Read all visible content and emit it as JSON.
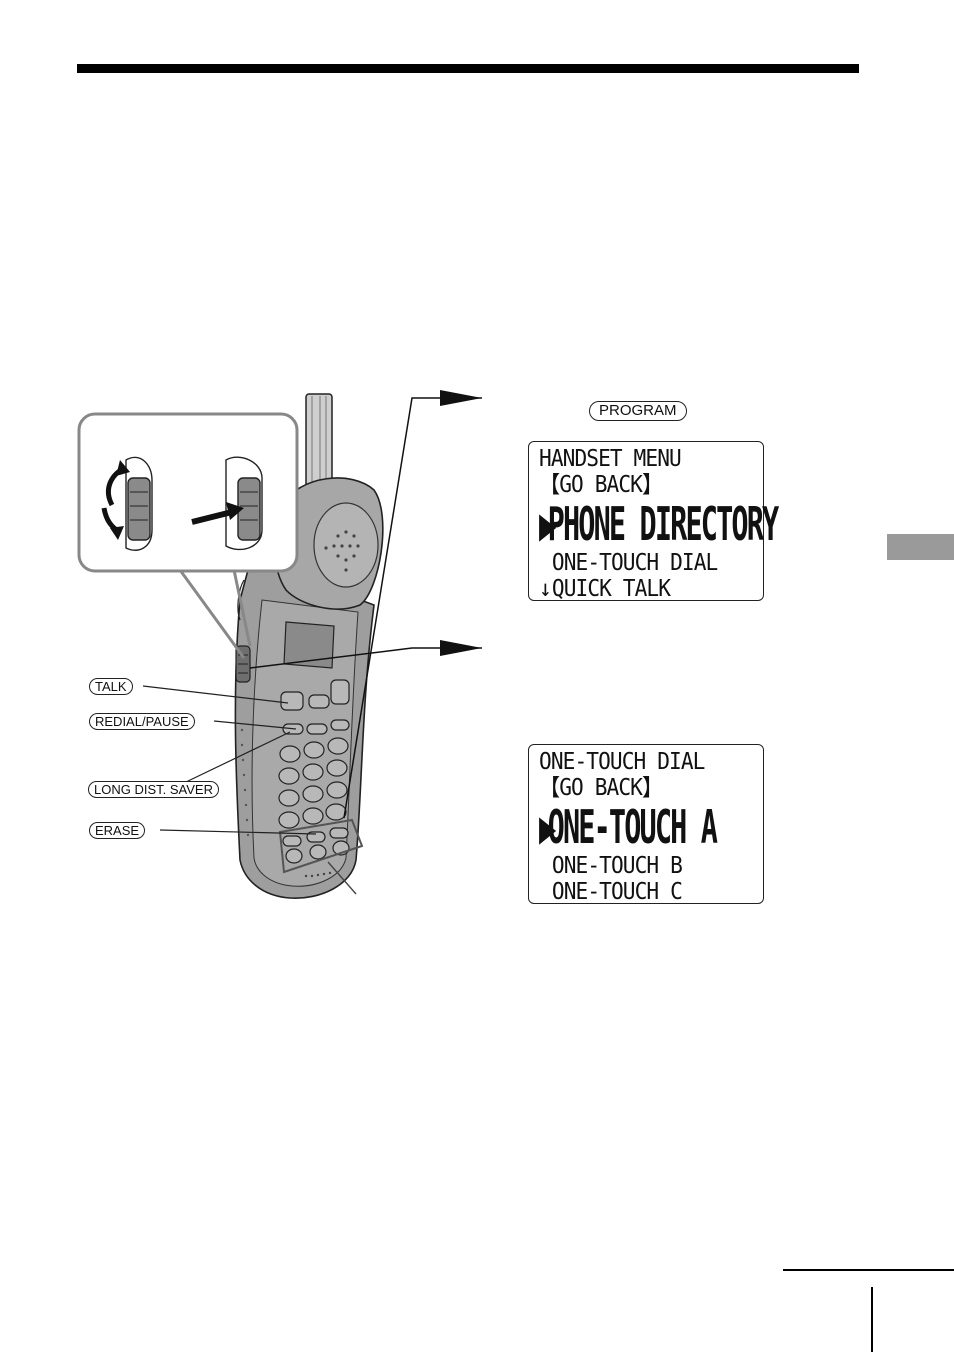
{
  "labels": {
    "program": "PROGRAM",
    "talk": "TALK",
    "redial_pause": "REDIAL/PAUSE",
    "long_dist_saver": "LONG DIST. SAVER",
    "erase": "ERASE"
  },
  "screen1": {
    "line1": "HANDSET MENU",
    "line2": "【GO BACK】",
    "line3_marker": "▶",
    "line3": "PHONE DIRECTORY",
    "line4": "ONE-TOUCH DIAL",
    "line5_marker": "↓",
    "line5": "QUICK TALK"
  },
  "screen2": {
    "line1": "ONE-TOUCH DIAL",
    "line2": "【GO BACK】",
    "line3_marker": "▶",
    "line3": "ONE-TOUCH A",
    "line4": "ONE-TOUCH B",
    "line5": "ONE-TOUCH C"
  },
  "colors": {
    "handset_body": "#9e9e9e",
    "handset_dark": "#6e6e6e",
    "side_tab": "#9a9a9a"
  }
}
